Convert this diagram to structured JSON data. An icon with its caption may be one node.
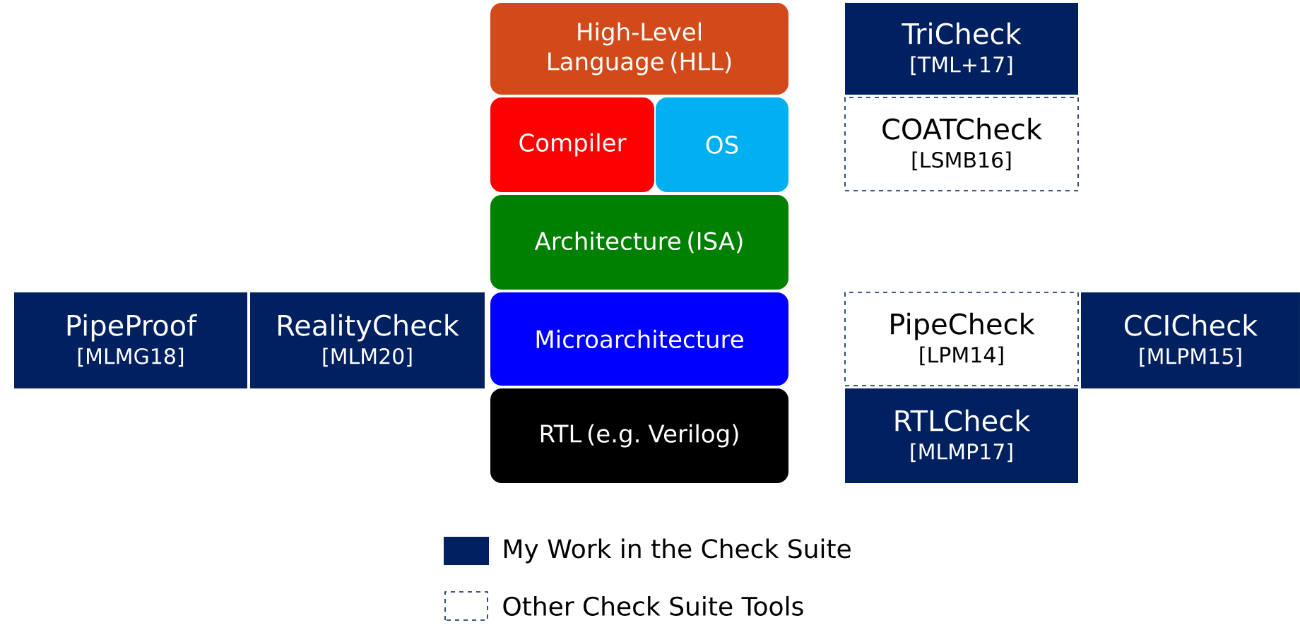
{
  "diagram": {
    "nodes": [
      {
        "text": [
          "High-Level Language (HLL)"
        ]
      },
      {
        "text": [
          "TriCheck",
          "[TML+17]"
        ]
      },
      {
        "text": [
          "Compiler"
        ]
      },
      {
        "text": [
          "OS"
        ]
      },
      {
        "text": [
          "COATCheck",
          "[LSMB16]"
        ]
      },
      {
        "text": [
          "Architecture (ISA)"
        ]
      },
      {
        "text": [
          "PipeProof",
          "[MLMG18]"
        ]
      },
      {
        "text": [
          "RealityCheck",
          "[MLM20]"
        ]
      },
      {
        "text": [
          "Microarchitecture"
        ]
      },
      {
        "text": [
          "PipeCheck",
          "[LPM14]"
        ]
      },
      {
        "text": [
          "CCICheck",
          "[MLPM15]"
        ]
      },
      {
        "text": [
          "RTL (e.g. Verilog)"
        ]
      },
      {
        "text": [
          "RTLCheck",
          "[MLMP17]"
        ]
      }
    ],
    "legend": [
      {
        "text": "My Work in the Check Suite",
        "color": "#002060"
      },
      {
        "text": "Other Check Suite Tools"
      }
    ]
  }
}
